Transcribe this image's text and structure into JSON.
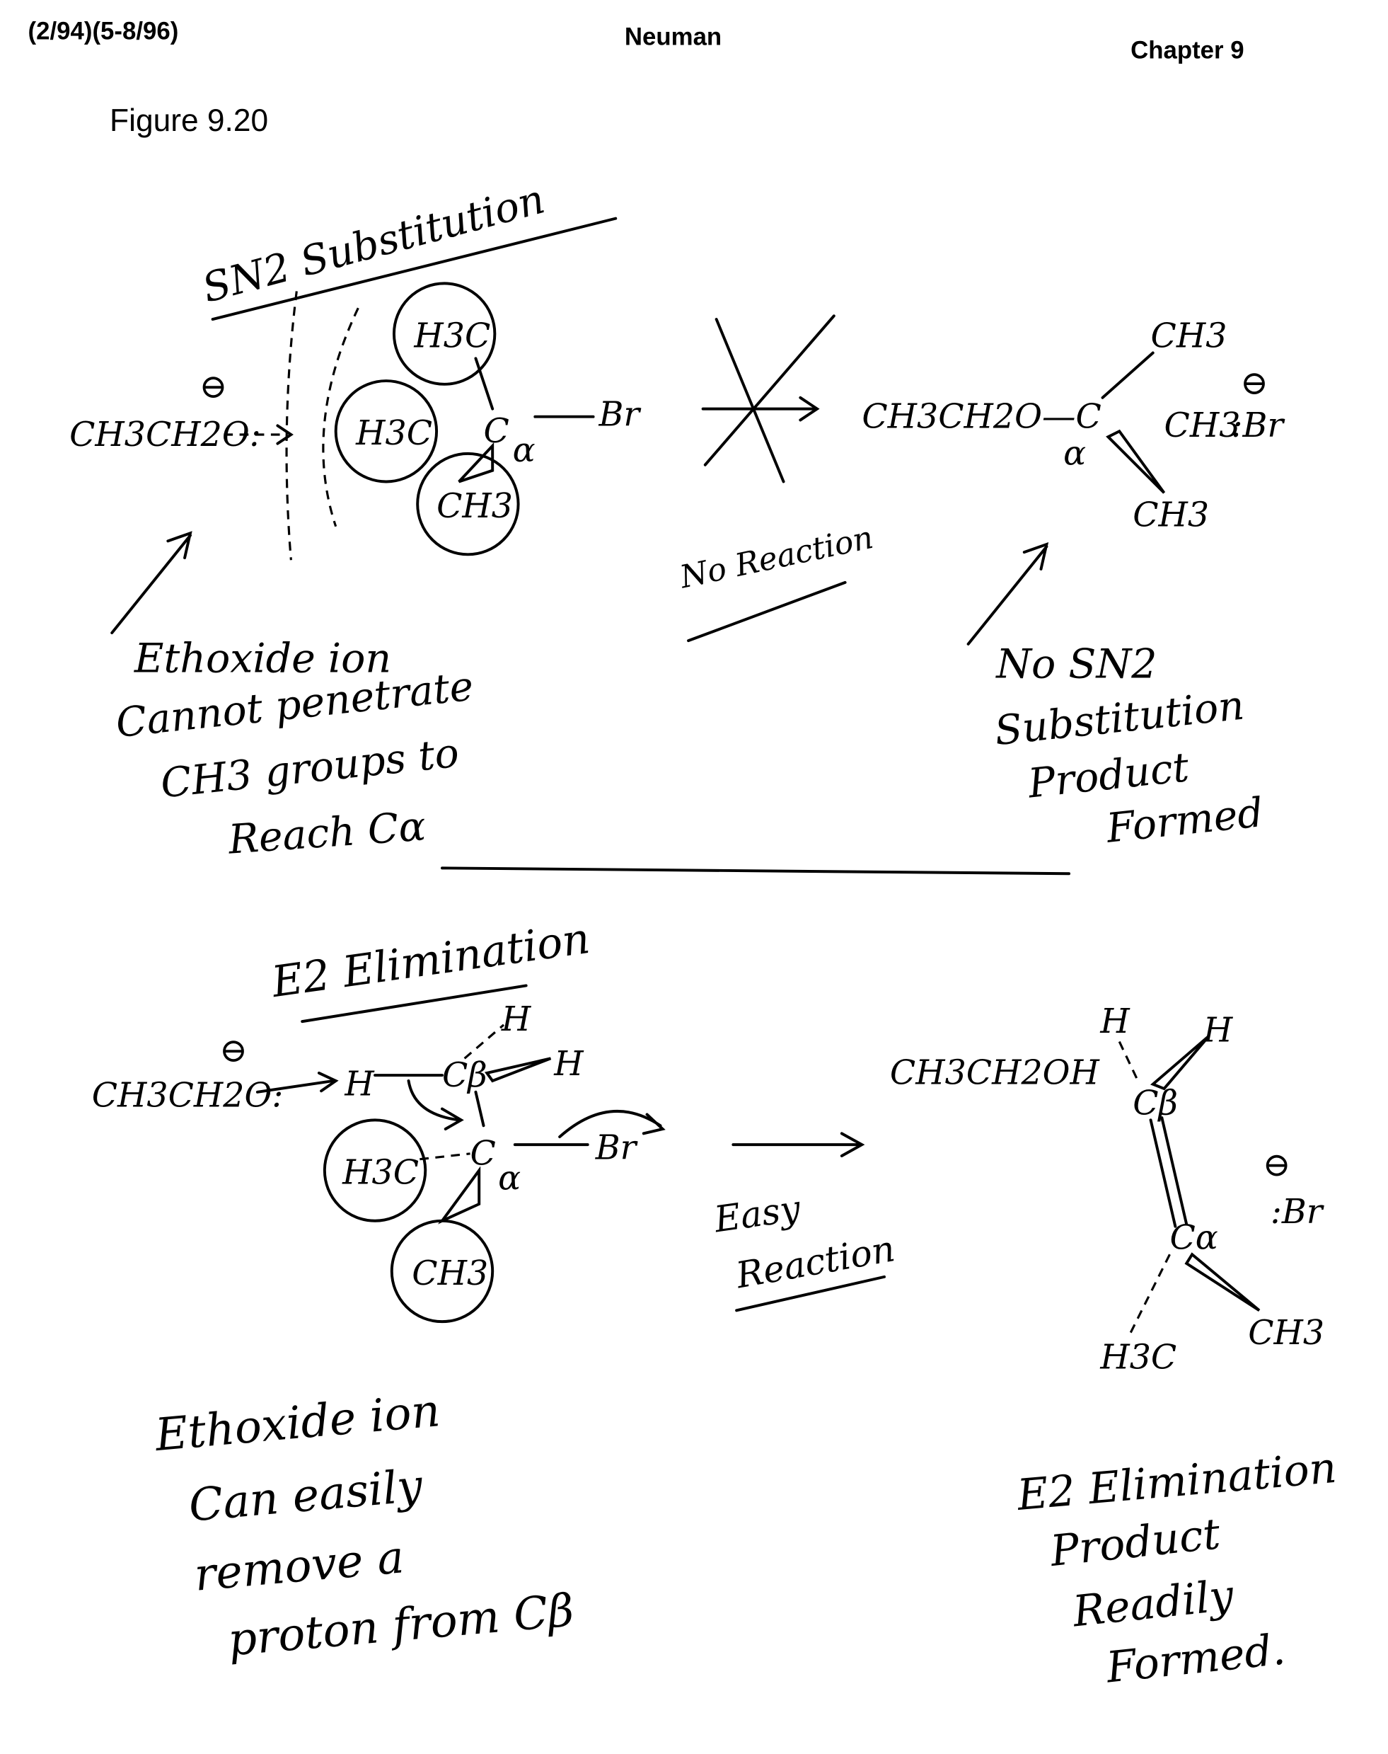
{
  "header": {
    "revision": "(2/94)(5-8/96)",
    "author": "Neuman",
    "chapter": "Chapter 9",
    "figure": "Figure 9.20"
  },
  "sn2": {
    "title": "SN2 Substitution",
    "nucleophile": "CH3CH2O:",
    "charge": "⊖",
    "methyl_top": "H3C",
    "methyl_left": "H3C",
    "methyl_bottom": "CH3",
    "carbon": "C",
    "alpha": "α",
    "leaving_group": "Br",
    "product_chain": "CH3CH2O—C",
    "product_methyl_top": "CH3",
    "product_methyl_right": "CH3",
    "product_methyl_bottom": "CH3",
    "product_alpha": "α",
    "bromide": ":Br",
    "bromide_charge": "⊖",
    "no_reaction": "No Reaction",
    "note_left": [
      "Ethoxide ion",
      "Cannot penetrate",
      "CH3 groups to",
      "Reach Cα"
    ],
    "note_right": [
      "No SN2",
      "Substitution",
      "Product",
      "Formed"
    ]
  },
  "e2": {
    "title": "E2 Elimination",
    "nucleophile": "CH3CH2O:",
    "charge": "⊖",
    "proton": "H",
    "beta_carbon": "Cβ",
    "h_top": "H",
    "h_right": "H",
    "alpha_carbon": "C",
    "alpha": "α",
    "methyl_left": "H3C",
    "methyl_bottom": "CH3",
    "leaving_group": "Br",
    "easy_reaction": [
      "Easy",
      "Reaction"
    ],
    "product_alcohol": "CH3CH2OH",
    "product_h_left": "H",
    "product_h_right": "H",
    "product_beta": "Cβ",
    "product_alpha": "Cα",
    "product_methyl_left": "H3C",
    "product_methyl_right": "CH3",
    "bromide": ":Br",
    "bromide_charge": "⊖",
    "note_left": [
      "Ethoxide ion",
      "Can easily",
      "remove a",
      "proton from Cβ"
    ],
    "note_right": [
      "E2 Elimination",
      "Product",
      "Readily",
      "Formed."
    ]
  }
}
